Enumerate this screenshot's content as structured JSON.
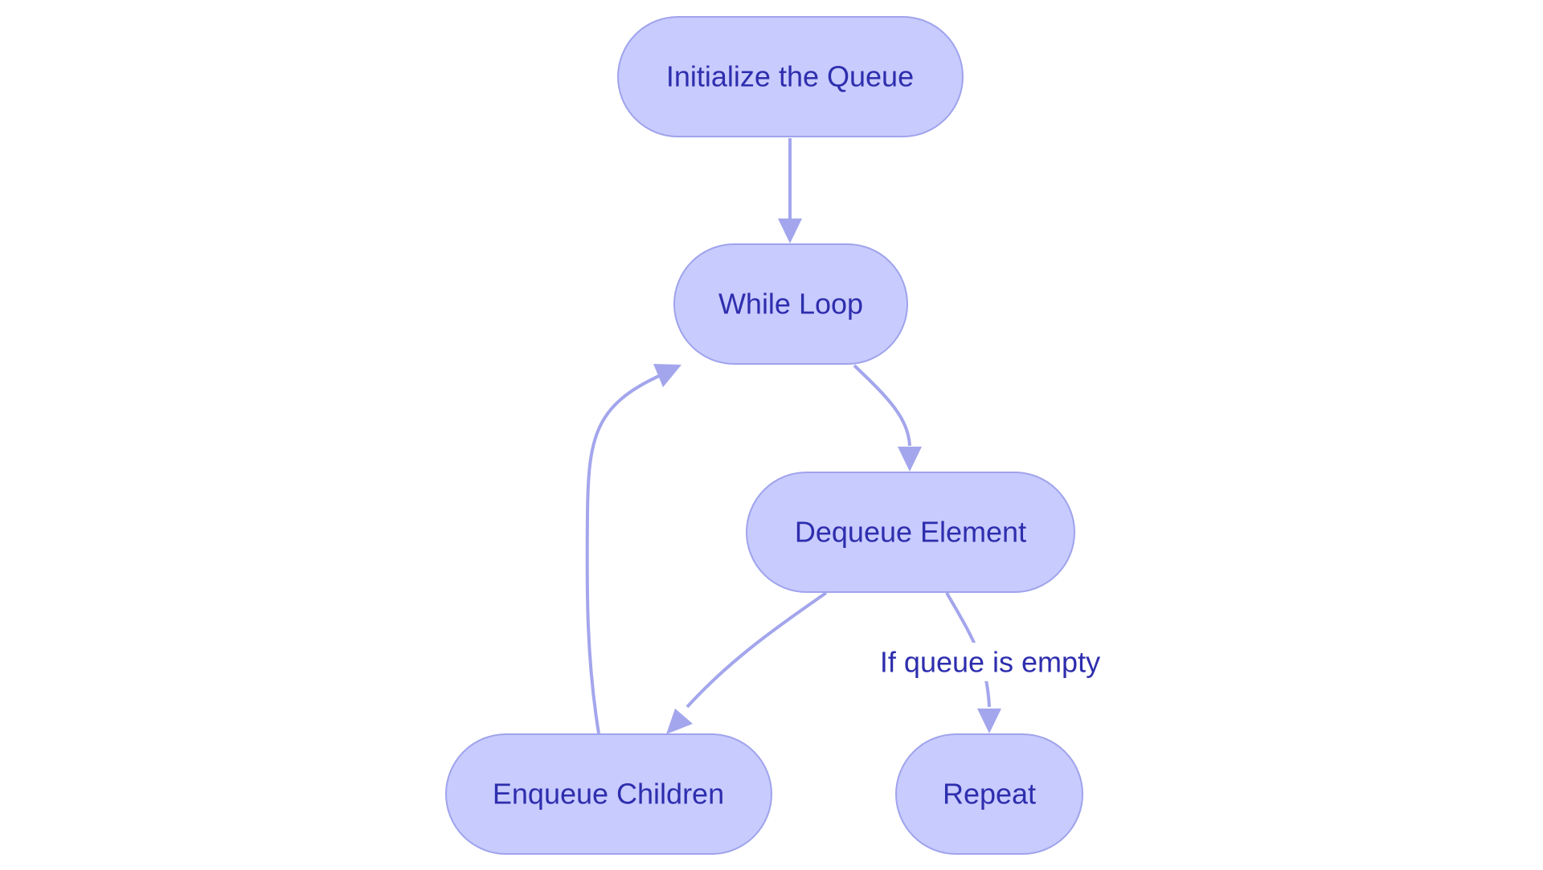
{
  "nodes": {
    "init": {
      "label": "Initialize the Queue"
    },
    "while_loop": {
      "label": "While Loop"
    },
    "dequeue": {
      "label": "Dequeue Element"
    },
    "enqueue": {
      "label": "Enqueue Children"
    },
    "repeat": {
      "label": "Repeat"
    }
  },
  "edges": {
    "dequeue_to_repeat": {
      "label": "If queue is empty"
    }
  },
  "colors": {
    "node_fill": "#c8cbfd",
    "node_stroke": "#9fa3ec",
    "text": "#2e2eae",
    "edge": "#a3a6ec"
  }
}
